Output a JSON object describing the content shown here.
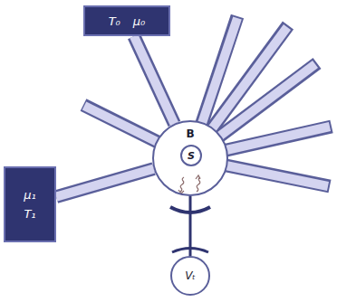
{
  "diagram": {
    "nodes": [
      {
        "text": [
          "T₀",
          "μ₀"
        ]
      },
      {
        "text": [
          "μ₁",
          "T₁"
        ]
      },
      {
        "text": [
          "B"
        ]
      },
      {
        "text": [
          "S"
        ],
        "in": 2
      },
      {
        "text": [
          "Vₜ"
        ]
      }
    ],
    "edges": [
      {
        "from": 0,
        "to": 2,
        "arrow": "none"
      },
      {
        "from": 1,
        "to": 2,
        "arrow": "none"
      },
      {
        "from": 4,
        "to": 2,
        "arrow": "none"
      }
    ]
  }
}
